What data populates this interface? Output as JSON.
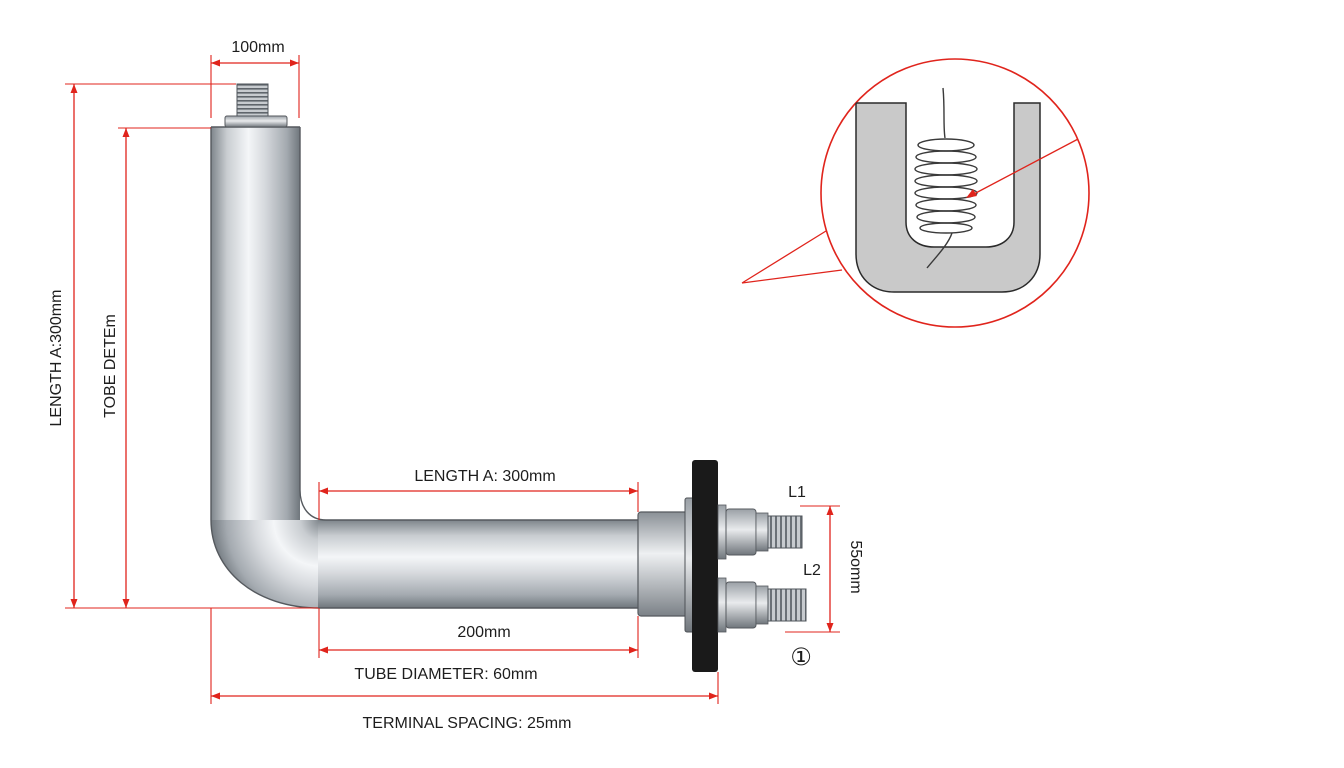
{
  "labels": {
    "top_width": "100mm",
    "length_a_vertical": "LENGTH A:300mm",
    "tube_detail": "TOBE DETEm",
    "length_a_horizontal": "LENGTH A: 300mm",
    "horizontal_200": "200mm",
    "tube_diameter": "TUBE DIAMETER: 60mm",
    "terminal_spacing": "TERMINAL SPACING: 25mm",
    "terminal_l1": "L1",
    "terminal_l2": "L2",
    "terminal_gap": "55omm",
    "symbol": "①"
  },
  "colors": {
    "dimension": "#e0241c",
    "metal_light": "#f2f4f6",
    "metal_dark": "#8d9399",
    "flange": "#1a1a1a",
    "inset_fill": "#c9c9c9",
    "text": "#1d1d1d"
  },
  "icons": {
    "detail_inset": "heating-coil-cross-section-icon",
    "terminals": "threaded-terminal-icon"
  }
}
